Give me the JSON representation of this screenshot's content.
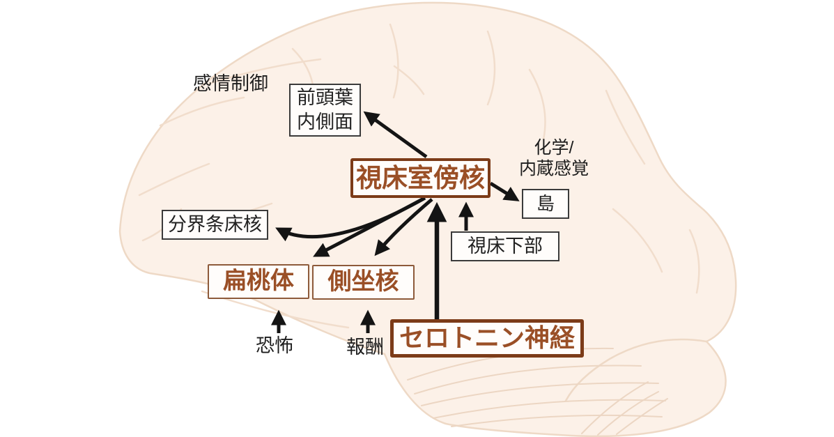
{
  "diagram": {
    "title_note": "感情制御",
    "nodes": {
      "emotion_control": {
        "label": "感情制御",
        "style": "text"
      },
      "medial_prefrontal": {
        "label": "前頭葉\n内側面",
        "style": "black-box"
      },
      "pvt": {
        "label": "視床室傍核",
        "style": "brown-heavy"
      },
      "chemical_visceral": {
        "label": "化学/\n内蔵感覚",
        "style": "text"
      },
      "insula": {
        "label": "島",
        "style": "black-box"
      },
      "bnst": {
        "label": "分界条床核",
        "style": "black-box"
      },
      "hypothalamus": {
        "label": "視床下部",
        "style": "black-box"
      },
      "amygdala": {
        "label": "扁桃体",
        "style": "brown-light"
      },
      "accumbens": {
        "label": "側坐核",
        "style": "brown-light"
      },
      "serotonin": {
        "label": "セロトニン神経",
        "style": "brown-heavy"
      },
      "fear": {
        "label": "恐怖",
        "style": "text"
      },
      "reward": {
        "label": "報酬",
        "style": "text"
      }
    },
    "edges": [
      {
        "from": "pvt",
        "to": "medial_prefrontal"
      },
      {
        "from": "pvt",
        "to": "insula"
      },
      {
        "from": "pvt",
        "to": "bnst"
      },
      {
        "from": "pvt",
        "to": "amygdala"
      },
      {
        "from": "pvt",
        "to": "accumbens"
      },
      {
        "from": "serotonin",
        "to": "pvt"
      },
      {
        "from": "hypothalamus",
        "to": "pvt"
      },
      {
        "from": "fear",
        "to": "amygdala"
      },
      {
        "from": "reward",
        "to": "accumbens"
      }
    ],
    "colors": {
      "background": "#ffffff",
      "brain_fill": "#fcf1e8",
      "brain_outline": "#eed9c6",
      "sulci": "#f1ddcc",
      "arrow": "#141414",
      "accent_text_brown": "#9a4f26",
      "accent_border_brown": "#7c3b18",
      "box_border_black": "#3b3b3b"
    }
  }
}
